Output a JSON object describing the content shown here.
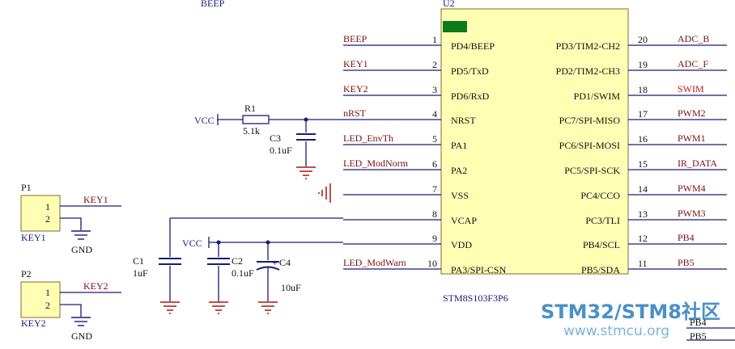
{
  "colors": {
    "wire": "#1a1a7a",
    "label": "#7a1010",
    "ref": "#1a1a7a",
    "chip_fill": "#ffffb4",
    "chip_border": "#8a6a2a",
    "ground": "#b01010",
    "capacitor": "#1a1a7a",
    "watermark_blue": "#4a90c8",
    "green_marker": "#0a7a1a"
  },
  "title_fragment": "BEEP",
  "chip": {
    "ref": "U2",
    "part": "STM8S103F3P6",
    "left_pins": [
      {
        "num": "1",
        "name": "PD4/BEEP",
        "net": "BEEP"
      },
      {
        "num": "2",
        "name": "PD5/TxD",
        "net": "KEY1"
      },
      {
        "num": "3",
        "name": "PD6/RxD",
        "net": "KEY2"
      },
      {
        "num": "4",
        "name": "NRST",
        "net": "nRST"
      },
      {
        "num": "5",
        "name": "PA1",
        "net": "LED_EnvTh"
      },
      {
        "num": "6",
        "name": "PA2",
        "net": "LED_ModNorm"
      },
      {
        "num": "7",
        "name": "VSS",
        "net": ""
      },
      {
        "num": "8",
        "name": "VCAP",
        "net": ""
      },
      {
        "num": "9",
        "name": "VDD",
        "net": ""
      },
      {
        "num": "10",
        "name": "PA3/SPI-CSN",
        "net": "LED_ModWarn"
      }
    ],
    "right_pins": [
      {
        "num": "20",
        "name": "PD3/TIM2-CH2",
        "net": "ADC_B"
      },
      {
        "num": "19",
        "name": "PD2/TIM2-CH3",
        "net": "ADC_F"
      },
      {
        "num": "18",
        "name": "PD1/SWIM",
        "net": "SWIM"
      },
      {
        "num": "17",
        "name": "PC7/SPI-MISO",
        "net": "PWM2"
      },
      {
        "num": "16",
        "name": "PC6/SPI-MOSI",
        "net": "PWM1"
      },
      {
        "num": "15",
        "name": "PC5/SPI-SCK",
        "net": "IR_DATA"
      },
      {
        "num": "14",
        "name": "PC4/CCO",
        "net": "PWM4"
      },
      {
        "num": "13",
        "name": "PC3/TLI",
        "net": "PWM3"
      },
      {
        "num": "12",
        "name": "PB4/SCL",
        "net": "PB4"
      },
      {
        "num": "11",
        "name": "PB5/SDA",
        "net": "PB5"
      }
    ]
  },
  "r1": {
    "ref": "R1",
    "value": "5.1k"
  },
  "c3": {
    "ref": "C3",
    "value": "0.1uF"
  },
  "c1": {
    "ref": "C1",
    "value": "1uF"
  },
  "c2": {
    "ref": "C2",
    "value": "0.1uF"
  },
  "c4": {
    "ref": "C4",
    "value": "10uF"
  },
  "vcc1": "VCC",
  "vcc2": "VCC",
  "p1": {
    "ref": "P1",
    "name": "KEY1",
    "pin1": "1",
    "pin2": "2",
    "net1": "KEY1",
    "gnd": "GND"
  },
  "p2": {
    "ref": "P2",
    "name": "KEY2",
    "pin1": "1",
    "pin2": "2",
    "net1": "KEY2",
    "gnd": "GND"
  },
  "bottom_labels": [
    "PB4",
    "PB5"
  ],
  "watermark": {
    "line1": "STM32/STM8社区",
    "line2": "www.stmcu.org"
  }
}
